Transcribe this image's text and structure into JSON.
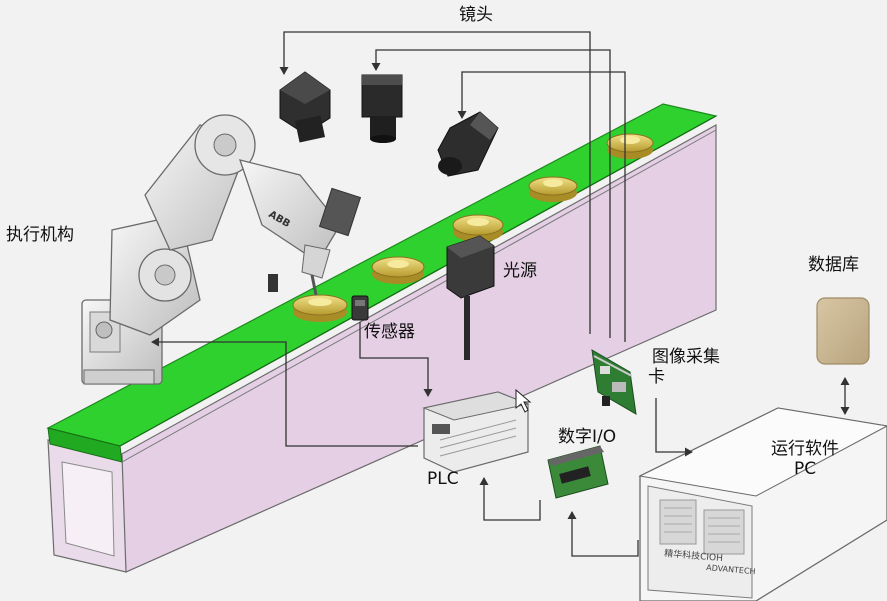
{
  "labels": {
    "lens": "镜头",
    "actuator": "执行机构",
    "light_source": "光源",
    "database": "数据库",
    "sensor": "传感器",
    "capture_card_line1": "图像采集",
    "capture_card_line2": "卡",
    "digital_io": "数字I/O",
    "plc": "PLC",
    "software_pc_line1": "运行软件",
    "software_pc_line2": "PC"
  },
  "pc_face_text": {
    "left": "精华科技CIOH",
    "right": "ADVANTECH"
  },
  "colors": {
    "background": "#f2f2f2",
    "belt": "#2fd12f",
    "frame": "#e3cfe3",
    "database": "#cbb795",
    "part": "#d8c35a",
    "camera": "#2b2b2b",
    "pc_body": "#f4f4f4",
    "arrow": "#333333"
  }
}
